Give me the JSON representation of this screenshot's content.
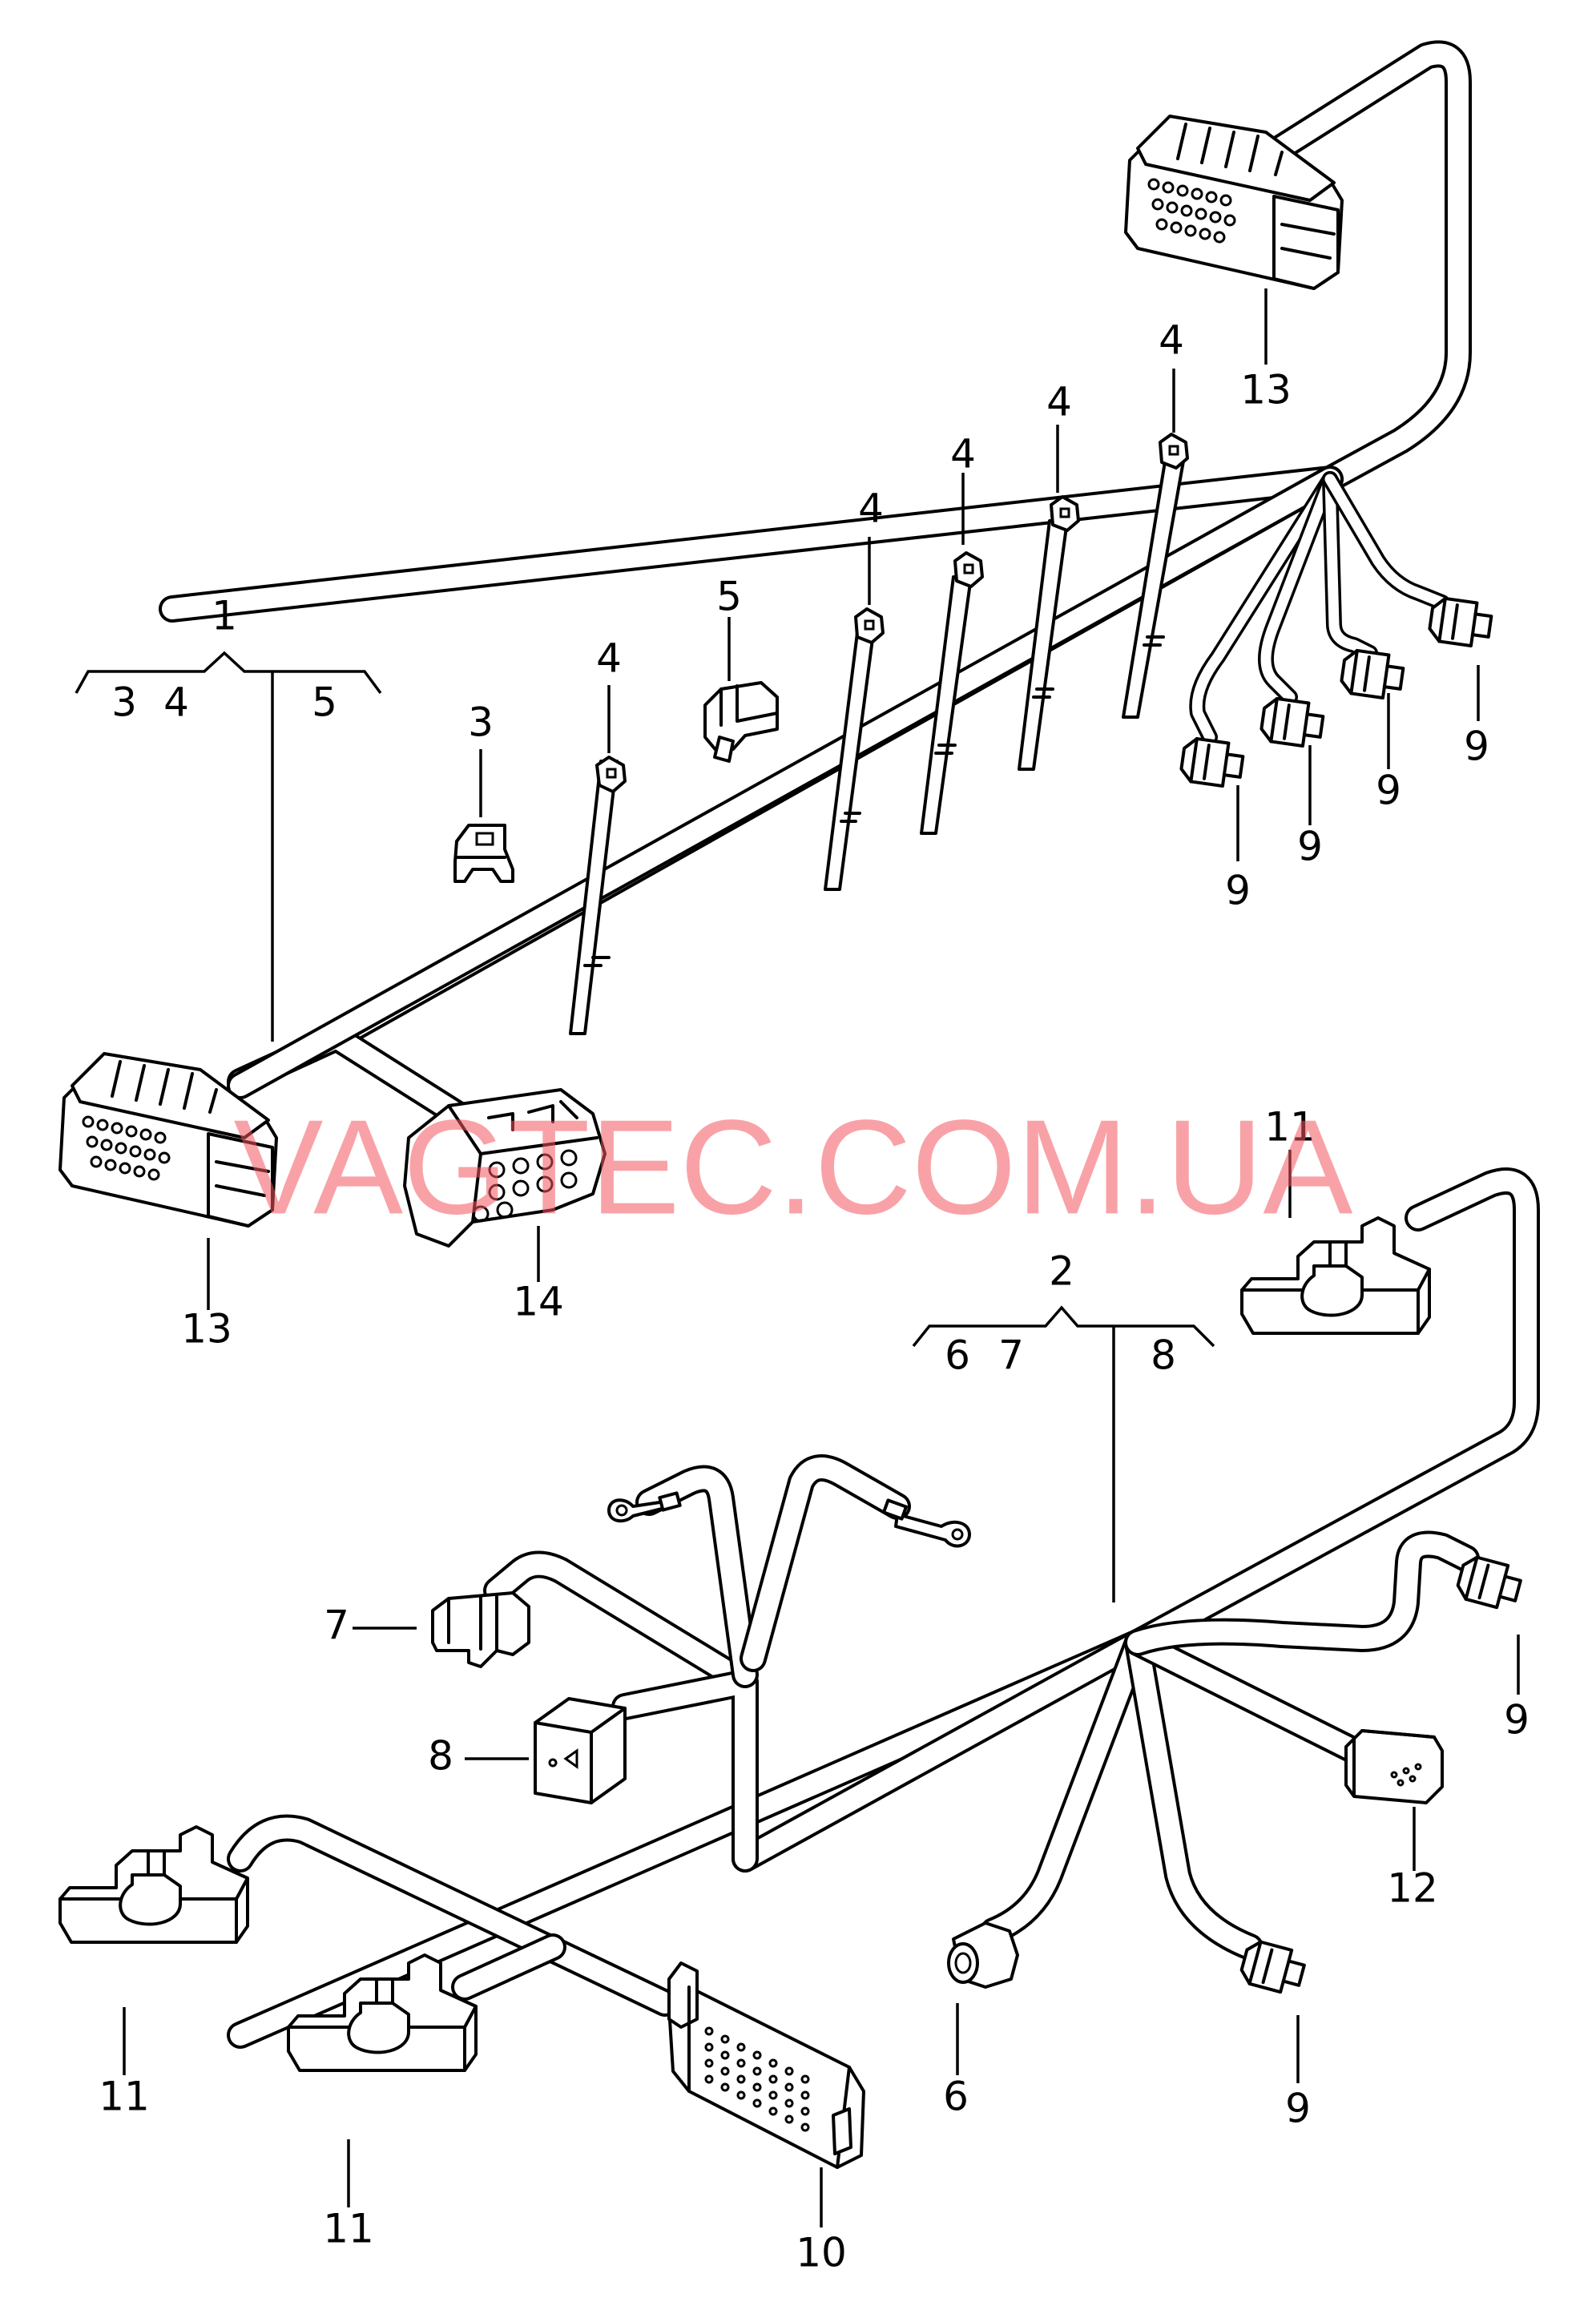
{
  "watermark": "VAGTEC.COM.UA",
  "group_1": {
    "number": "1",
    "items": [
      "3",
      "4",
      "5"
    ]
  },
  "group_2": {
    "number": "2",
    "items": [
      "6",
      "7",
      "8"
    ]
  },
  "callouts": {
    "c3": "3",
    "c4a": "4",
    "c4b": "4",
    "c4c": "4",
    "c4d": "4",
    "c4e": "4",
    "c5": "5",
    "c6": "6",
    "c7": "7",
    "c8": "8",
    "c9a": "9",
    "c9b": "9",
    "c9c": "9",
    "c9d": "9",
    "c9e": "9",
    "c9f": "9",
    "c10": "10",
    "c11a": "11",
    "c11b": "11",
    "c11c": "11",
    "c12": "12",
    "c13a": "13",
    "c13b": "13",
    "c14": "14"
  },
  "colors": {
    "line": "#000000",
    "watermark": "#f2555f",
    "background": "#ffffff"
  }
}
